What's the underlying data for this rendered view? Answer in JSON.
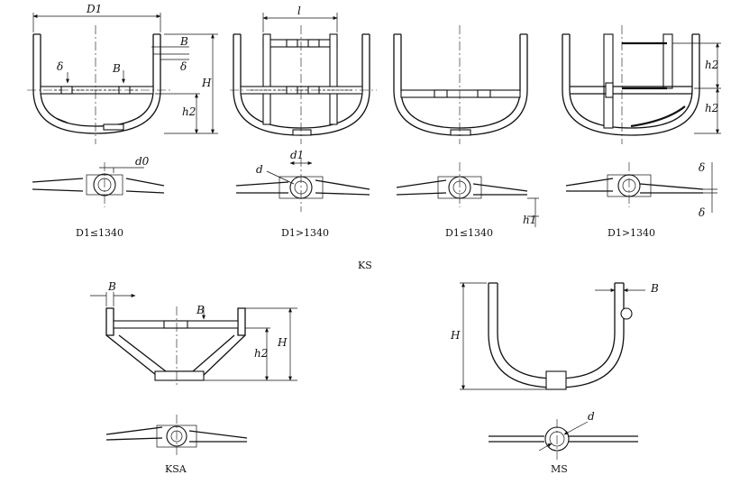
{
  "dimensions": {
    "D1": "D1",
    "l": "l",
    "B": "B",
    "delta": "δ",
    "H": "H",
    "h1": "h1",
    "h2": "h2",
    "d": "d",
    "d0": "d0",
    "d1": "d1"
  },
  "captions": {
    "ks1": "D1≤1340",
    "ks2": "D1>1340",
    "ks3": "D1≤1340",
    "ks4": "D1>1340"
  },
  "labels": {
    "ks": "KS",
    "ksa": "KSA",
    "ms": "MS"
  }
}
